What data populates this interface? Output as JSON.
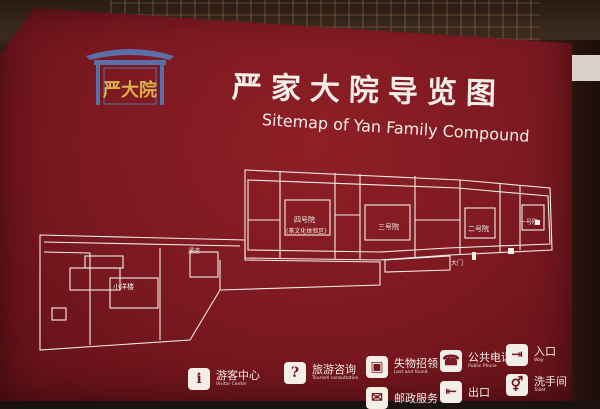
{
  "sign": {
    "title_zh": "严家大院导览图",
    "title_en": "Sitemap of Yan Family Compound",
    "logo_text": "严大院"
  },
  "map_labels": {
    "hall_4": "四号院",
    "hall_4_sub": "(茶文化体验区)",
    "hall_3": "三号院",
    "hall_2": "二号院",
    "hall_1": "一号院",
    "corridor": "通道",
    "gate": "大门",
    "small_western_building": "小洋楼"
  },
  "legend": [
    {
      "zh": "游客中心",
      "en": "Visitor Center",
      "icon": "info-icon",
      "glyph": "i"
    },
    {
      "zh": "旅游咨询",
      "en": "Tourism consultation",
      "icon": "question-icon",
      "glyph": "?"
    },
    {
      "zh": "失物招领",
      "en": "Lost and found",
      "icon": "lost-found-icon",
      "glyph": "▣"
    },
    {
      "zh": "公共电话",
      "en": "Public Phone",
      "icon": "phone-icon",
      "glyph": "☎"
    },
    {
      "zh": "入口",
      "en": "Way",
      "icon": "entrance-icon",
      "glyph": "⇥"
    },
    {
      "zh": "出口",
      "en": "",
      "icon": "exit-icon",
      "glyph": "⇤"
    },
    {
      "zh": "邮政服务",
      "en": "",
      "icon": "post-icon",
      "glyph": "✉"
    },
    {
      "zh": "洗手间",
      "en": "Toilet",
      "icon": "toilet-icon",
      "glyph": "⚥"
    }
  ],
  "colors": {
    "board": "#7a1820",
    "line": "#f3eee8"
  }
}
